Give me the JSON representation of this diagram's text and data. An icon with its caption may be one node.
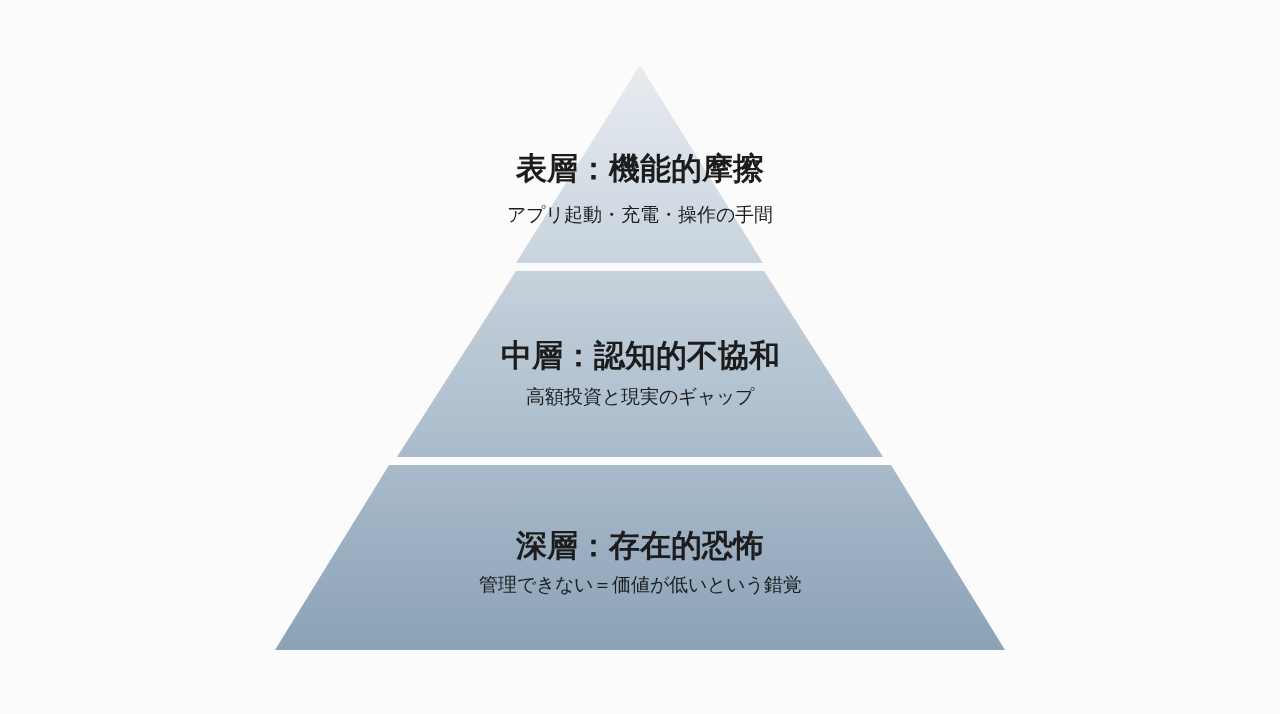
{
  "diagram": {
    "nodes": [
      {
        "text": [
          "表層：機能的摩擦",
          "アプリ起動・充電・操作の手間"
        ]
      },
      {
        "text": [
          "中層：認知的不協和",
          "高額投資と現実のギャップ"
        ]
      },
      {
        "text": [
          "深層：存在的恐怖",
          "管理できない＝価値が低いという錯覚"
        ]
      }
    ]
  }
}
